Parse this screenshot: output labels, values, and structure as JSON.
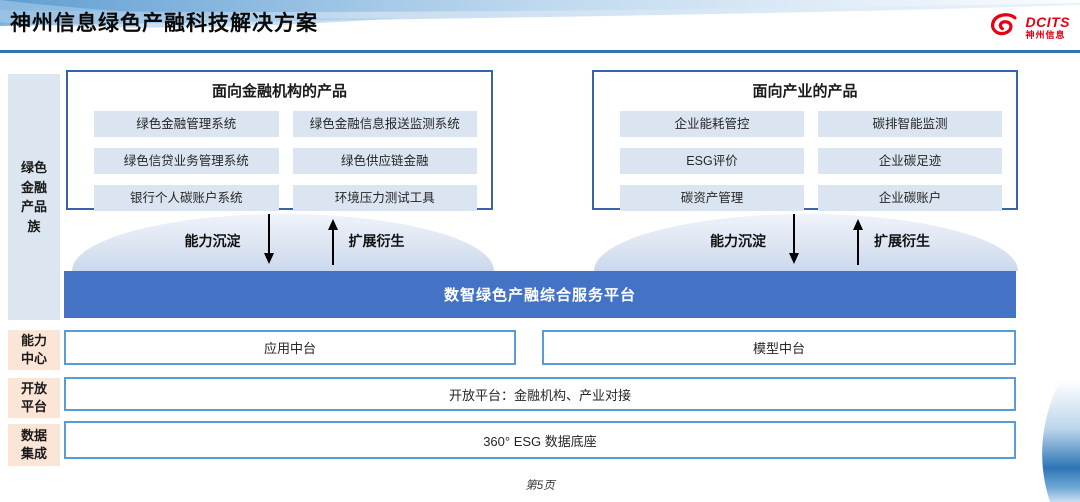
{
  "colors": {
    "accent_blue": "#4472C4",
    "row_border_blue": "#5B9BD5",
    "header_line_blue": "#2E75B6",
    "group_border_blue": "#3A63AD",
    "chip_bg": "#DBE5F1",
    "family_rail_bg": "#DCE6F1",
    "layer_rail_bg": "#FBE5D6",
    "logo_red": "#E60012"
  },
  "header": {
    "title": "神州信息绿色产融科技解决方案",
    "logo": {
      "brand": "DCITS",
      "company": "神州信息"
    }
  },
  "sidebar": {
    "family_label": "绿色金融产品族",
    "items": [
      {
        "label": "能力中心"
      },
      {
        "label": "开放平台"
      },
      {
        "label": "数据集成"
      }
    ]
  },
  "product_groups": [
    {
      "title": "面向金融机构的产品",
      "items": [
        "绿色金融管理系统",
        "绿色金融信息报送监测系统",
        "绿色信贷业务管理系统",
        "绿色供应链金融",
        "银行个人碳账户系统",
        "环境压力测试工具"
      ]
    },
    {
      "title": "面向产业的产品",
      "items": [
        "企业能耗管控",
        "碳排智能监测",
        "ESG评价",
        "企业碳足迹",
        "碳资产管理",
        "企业碳账户"
      ]
    }
  ],
  "flows": {
    "down_label": "能力沉淀",
    "up_label": "扩展衍生"
  },
  "platform": {
    "title": "数智绿色产融综合服务平台"
  },
  "layers": {
    "capability_center": [
      "应用中台",
      "模型中台"
    ],
    "open_platform": "开放平台：金融机构、产业对接",
    "data_base": "360° ESG 数据底座"
  },
  "footer": {
    "page_label": "第5页"
  }
}
